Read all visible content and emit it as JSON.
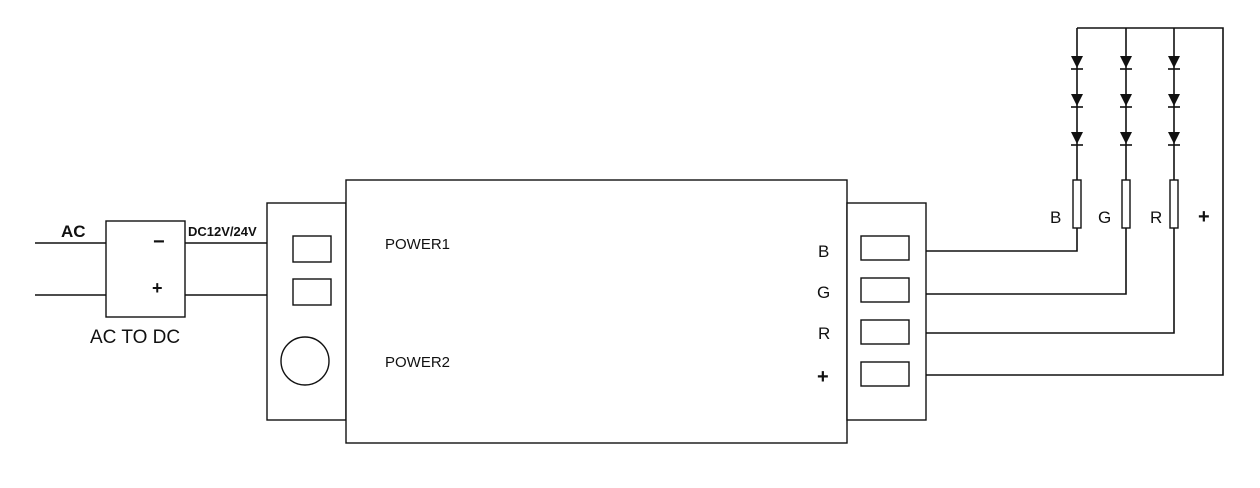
{
  "power_supply": {
    "input_label": "AC",
    "output_label": "DC12V/24V",
    "minus": "−",
    "plus": "+",
    "name": "AC TO DC"
  },
  "controller": {
    "power1": "POWER1",
    "power2": "POWER2",
    "outputs": [
      "B",
      "G",
      "R",
      "+"
    ]
  },
  "led_strip": {
    "channels": [
      "B",
      "G",
      "R"
    ],
    "common": "+"
  },
  "colors": {
    "line": "#111111",
    "background": "#ffffff"
  }
}
